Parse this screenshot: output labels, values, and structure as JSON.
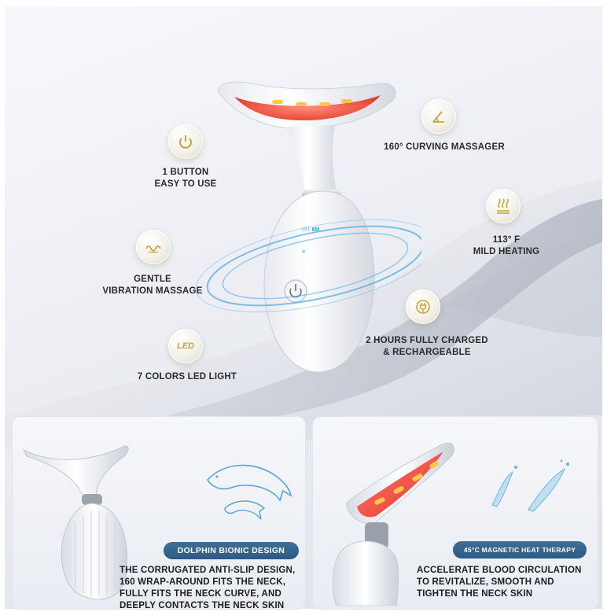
{
  "features": {
    "one_button": [
      "1 BUTTON",
      "EASY TO USE"
    ],
    "gentle_vibration": [
      "GENTLE",
      "VIBRATION MASSAGE"
    ],
    "led_light": [
      "7 COLORS LED LIGHT"
    ],
    "curving_massager": [
      "160° CURVING MASSAGER"
    ],
    "mild_heating": [
      "113° F",
      "MILD HEATING"
    ],
    "charging": [
      "2 HOURS FULLY CHARGED",
      "& RECHARGEABLE"
    ],
    "led_icon_text": "LED"
  },
  "panels": {
    "left": {
      "badge": "DOLPHIN BIONIC DESIGN",
      "lines": [
        "THE CORRUGATED ANTI-SLIP DESIGN,",
        "160  WRAP-AROUND FITS THE NECK,",
        "FULLY FITS THE NECK CURVE, AND",
        "DEEPLY CONTACTS THE NECK SKIN"
      ]
    },
    "right": {
      "badge": "45°C MAGNETIC HEAT THERAPY",
      "lines": [
        "ACCELERATE BLOOD CIRCULATION",
        "TO REVITALIZE, SMOOTH AND",
        "TIGHTEN THE NECK SKIN"
      ]
    }
  },
  "colors": {
    "badge_blue": "#2f5d88",
    "led_red": "#ff3a2a",
    "accent_gold": "#c7a43c"
  }
}
